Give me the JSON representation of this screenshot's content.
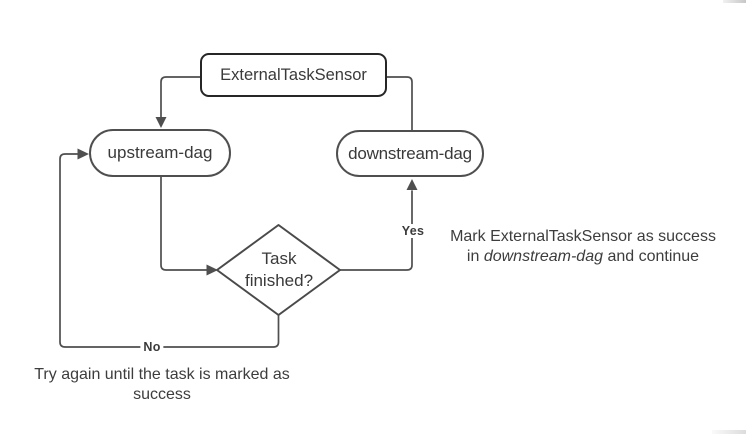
{
  "diagram": {
    "nodes": {
      "external_task_sensor": {
        "label": "ExternalTaskSensor",
        "shape": "rounded-rectangle"
      },
      "upstream_dag": {
        "label": "upstream-dag",
        "shape": "stadium"
      },
      "downstream_dag": {
        "label": "downstream-dag",
        "shape": "stadium"
      },
      "task_finished": {
        "label_line1": "Task",
        "label_line2": "finished?",
        "shape": "diamond"
      }
    },
    "edge_labels": {
      "yes": "Yes",
      "no": "No"
    },
    "annotations": {
      "mark_success": {
        "line1": "Mark ExternalTaskSensor as success",
        "line2_prefix": "in ",
        "line2_italic": "downstream-dag",
        "line2_suffix": " and continue"
      },
      "try_again": {
        "line1": "Try again until the task is marked as",
        "line2": "success"
      }
    },
    "colors": {
      "background": "#ffffff",
      "shape_fill": "#ffffff",
      "rect_border": "#262626",
      "shape_border": "#4f4f4f",
      "connector": "#4f4f4f",
      "text": "#3d3d3d"
    }
  }
}
